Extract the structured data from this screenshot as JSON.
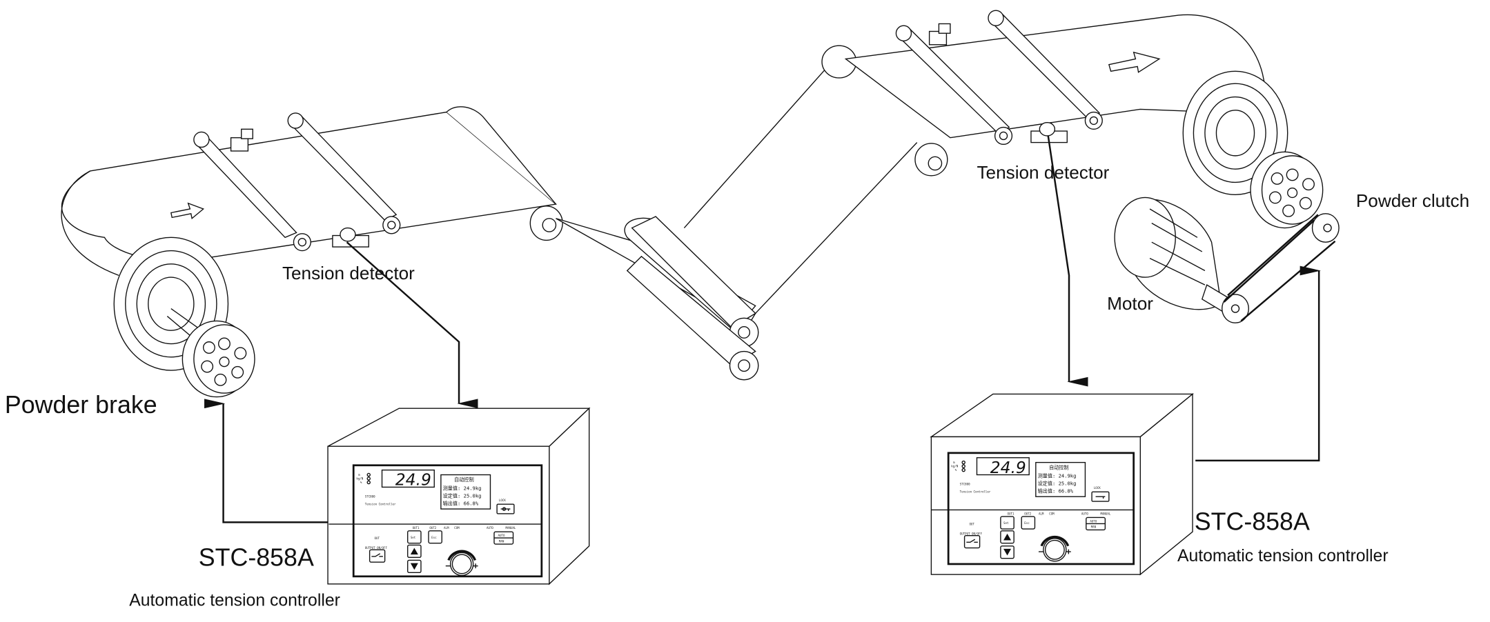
{
  "labels": {
    "powder_brake": "Powder brake",
    "tension_detector_left": "Tension detector",
    "tension_detector_right": "Tension detector",
    "powder_clutch": "Powder clutch",
    "motor": "Motor"
  },
  "controllers": [
    {
      "model": "STC-858A",
      "caption": "Automatic tension controller",
      "panel": {
        "display": "24.9",
        "units": [
          "m",
          "kg/N",
          "%"
        ],
        "brand": "STC800",
        "subtitle": "Tension Controller",
        "lcd": [
          "自动控制",
          "测量值:  24.9kg",
          "设定值:  25.0kg",
          "输出值:  66.8%"
        ],
        "lock": "LOCK",
        "set": "Set",
        "esc": "Esc",
        "auto": "AUTO",
        "man": "MAN",
        "output": "OUTPUT ON/OFF",
        "leds": [
          "OUT1",
          "OUT2",
          "ALM",
          "COM",
          "AUTO",
          "MANUAL",
          "OUT"
        ]
      }
    },
    {
      "model": "STC-858A",
      "caption": "Automatic tension controller",
      "panel": {
        "display": "24.9",
        "units": [
          "m",
          "kg/N",
          "%"
        ],
        "brand": "STC800",
        "subtitle": "Tension Controller",
        "lcd": [
          "自动控制",
          "测量值:  24.9kg",
          "设定值:  25.0kg",
          "输出值:  66.8%"
        ],
        "lock": "LOCK",
        "set": "Set",
        "esc": "Esc",
        "auto": "AUTO",
        "man": "MAN",
        "output": "OUTPUT ON/OFF",
        "leds": [
          "OUT1",
          "OUT2",
          "ALM",
          "COM",
          "AUTO",
          "MANUAL",
          "OUT"
        ]
      }
    }
  ]
}
